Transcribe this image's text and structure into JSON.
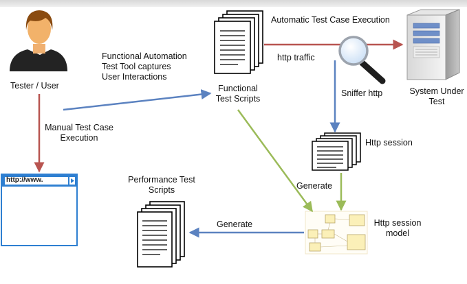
{
  "nodes": {
    "tester": {
      "label": "Tester / User"
    },
    "browser": {
      "url_text": "http://www."
    },
    "functional_scripts": {
      "label_line1": "Functional",
      "label_line2": "Test Scripts"
    },
    "sut": {
      "label_line1": "System Under",
      "label_line2": "Test"
    },
    "http_session": {
      "label": "Http session"
    },
    "session_model": {
      "label_line1": "Http session",
      "label_line2": "model"
    },
    "performance_scripts": {
      "label_line1": "Performance Test",
      "label_line2": "Scripts"
    }
  },
  "edges": {
    "manual": {
      "label_line1": "Manual Test Case",
      "label_line2": "Execution"
    },
    "functional_automation": {
      "label_line1": "Functional Automation",
      "label_line2": "Test Tool captures",
      "label_line3": "User Interactions"
    },
    "automatic": {
      "label": "Automatic Test Case Execution"
    },
    "http_traffic": {
      "label": "http traffic"
    },
    "sniffer": {
      "label": "Sniffer http"
    },
    "generate_model": {
      "label": "Generate"
    },
    "generate_perf": {
      "label": "Generate"
    }
  },
  "colors": {
    "red_arrow": "#b85450",
    "blue_arrow": "#5b82c0",
    "green_arrow": "#9bbb59",
    "browser_blue": "#2e7fd1",
    "person_orange": "#e8a33c"
  }
}
